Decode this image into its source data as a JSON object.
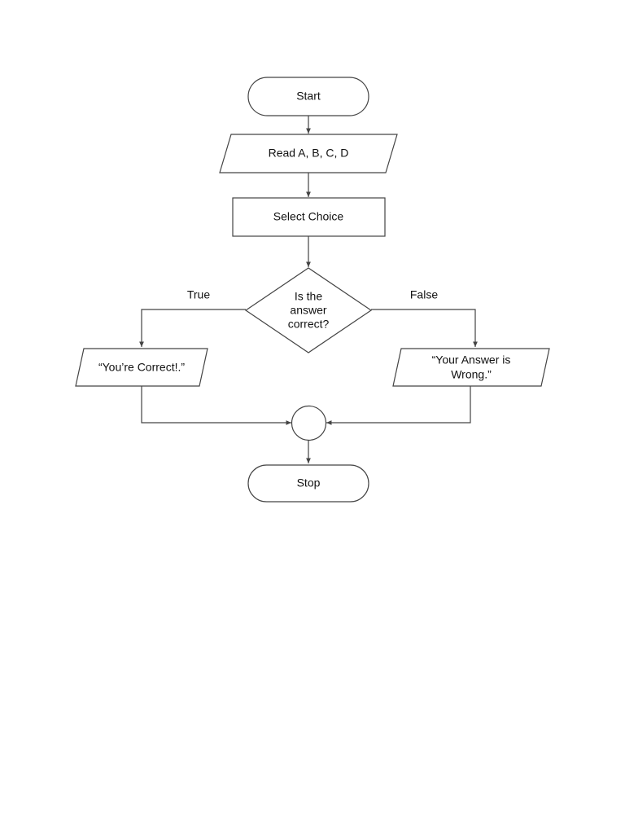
{
  "flowchart": {
    "nodes": {
      "start": {
        "label": "Start"
      },
      "input": {
        "label": "Read A, B, C, D"
      },
      "process": {
        "label": "Select Choice"
      },
      "decision": {
        "lines": [
          "Is the",
          "answer",
          "correct?"
        ]
      },
      "output_true": {
        "label": "“You’re Correct!.”"
      },
      "output_false": {
        "lines": [
          "“Your Answer is",
          "Wrong.”"
        ]
      },
      "stop": {
        "label": "Stop"
      }
    },
    "branches": {
      "true_label": "True",
      "false_label": "False"
    }
  }
}
